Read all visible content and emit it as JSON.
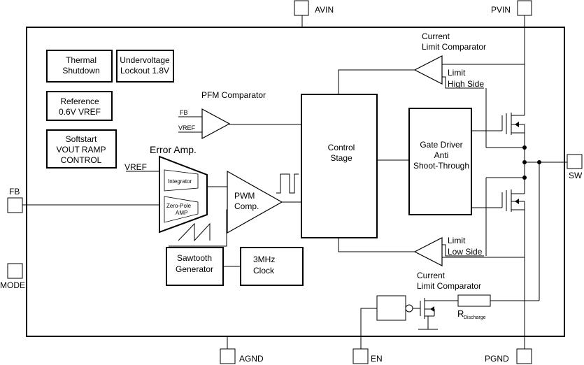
{
  "pins": {
    "avin": "AVIN",
    "pvin": "PVIN",
    "fb": "FB",
    "mode": "MODE",
    "sw": "SW",
    "agnd": "AGND",
    "en": "EN",
    "pgnd": "PGND"
  },
  "blocks": {
    "thermal": [
      "Thermal",
      "Shutdown"
    ],
    "uvlo": [
      "Undervoltage",
      "Lockout 1.8V"
    ],
    "reference": [
      "Reference",
      "0.6V VREF"
    ],
    "softstart": [
      "Softstart",
      "VOUT RAMP",
      "CONTROL"
    ],
    "control": [
      "Control",
      "Stage"
    ],
    "gate_driver": [
      "Gate Driver",
      "Anti",
      "Shoot-Through"
    ],
    "sawtooth": [
      "Sawtooth",
      "Generator"
    ],
    "clock": [
      "3MHz",
      "Clock"
    ]
  },
  "labels": {
    "pfm": "PFM Comparator",
    "pfm_fb": "FB",
    "pfm_vref": "VREF",
    "error_amp": "Error Amp.",
    "error_vref": "VREF",
    "integrator": "Integrator",
    "zero_pole": [
      "Zero-Pole",
      "AMP"
    ],
    "pwm": [
      "PWM",
      "Comp."
    ],
    "current_limit_top": [
      "Current",
      "Limit Comparator"
    ],
    "limit_high": [
      "Limit",
      "High Side"
    ],
    "current_limit_bottom": [
      "Current",
      "Limit Comparator"
    ],
    "limit_low": [
      "Limit",
      "Low Side"
    ],
    "r_discharge_main": "R",
    "r_discharge_sub": "Discharge"
  }
}
